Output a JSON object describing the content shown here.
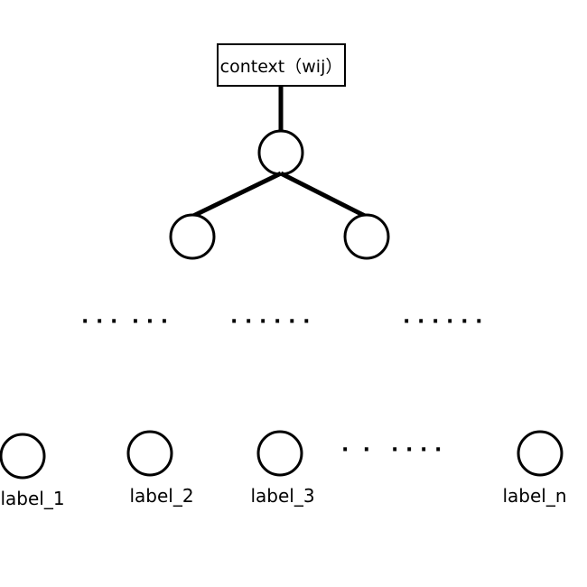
{
  "root_box": {
    "label": "context（wij）"
  },
  "ellipses": {
    "level_1": "· · ·  · · ·",
    "level_2": "· · · · · ·",
    "level_3": "· · · · · ·",
    "leaf_gap": "·  ·   · · · ·"
  },
  "leaves": [
    {
      "label": "label_1"
    },
    {
      "label": "label_2"
    },
    {
      "label": "label_3"
    },
    {
      "label": "label_n"
    }
  ],
  "colors": {
    "stroke": "#000000",
    "background": "#ffffff"
  }
}
